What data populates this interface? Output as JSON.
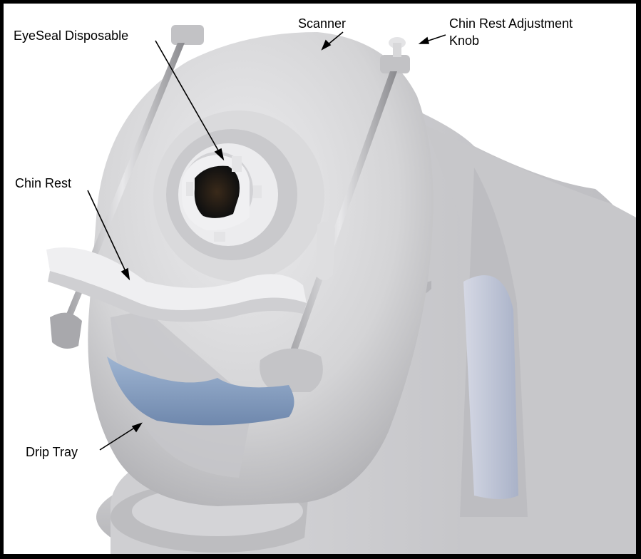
{
  "labels": {
    "eyeseal": "EyeSeal Disposable",
    "scanner": "Scanner",
    "knob_line1": "Chin Rest Adjustment",
    "knob_line2": "Knob",
    "chin_rest": "Chin Rest",
    "drip_tray": "Drip Tray"
  },
  "colors": {
    "device_body": "#d6d6d8",
    "drip_tray": "#8fa6c4",
    "frame": "#000000",
    "background": "#ffffff"
  }
}
